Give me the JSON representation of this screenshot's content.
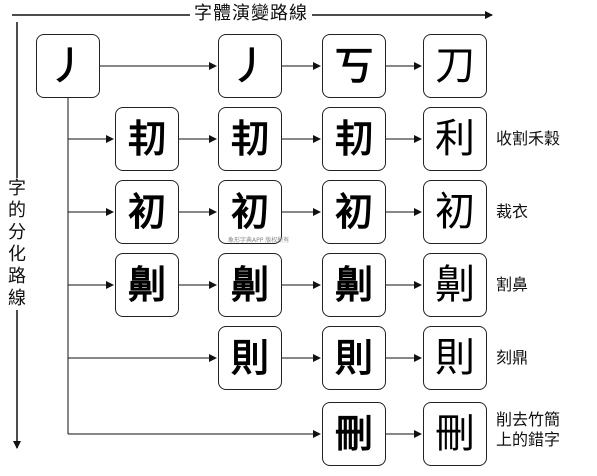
{
  "diagram": {
    "evolution_title": "字體演變路線",
    "branch_title": "字的分化路線",
    "watermark": "象形字典APP 版权所有",
    "source_glyph": "丿",
    "rows": [
      {
        "glyphs": [
          "丿",
          "丂",
          "刀"
        ],
        "meaning": ""
      },
      {
        "glyphs": [
          "㓞",
          "㓞",
          "㓞",
          "利"
        ],
        "meaning": "收割禾穀"
      },
      {
        "glyphs": [
          "初",
          "初",
          "初",
          "初"
        ],
        "meaning": "裁衣"
      },
      {
        "glyphs": [
          "劓",
          "劓",
          "劓",
          "劓"
        ],
        "meaning": "割鼻"
      },
      {
        "glyphs": [
          "則",
          "則",
          "則"
        ],
        "meaning": "刻鼎"
      },
      {
        "glyphs": [
          "刪",
          "刪"
        ],
        "meaning": "削去竹簡\n上的錯字"
      }
    ]
  }
}
